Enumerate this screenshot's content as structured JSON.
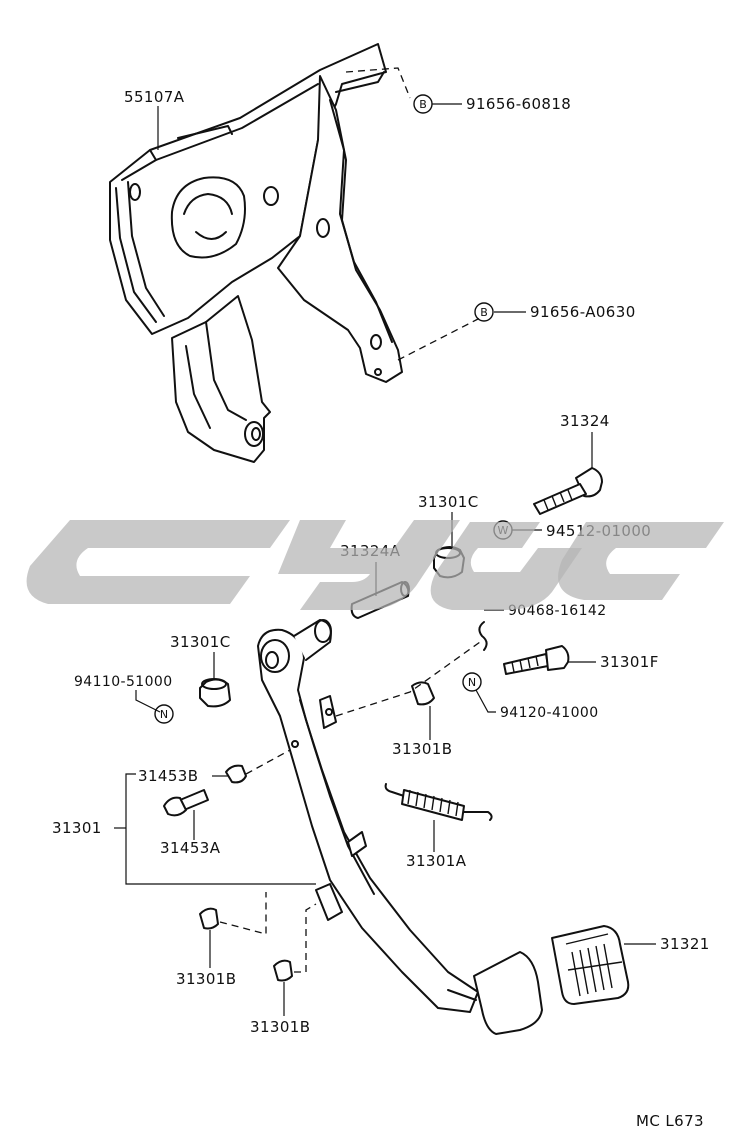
{
  "diagram": {
    "parts": [
      {
        "id": "55107A",
        "label": "55107A"
      },
      {
        "id": "91656-60818",
        "label": "91656-60818",
        "symbol": "B"
      },
      {
        "id": "91656-A0630",
        "label": "91656-A0630",
        "symbol": "B"
      },
      {
        "id": "31324",
        "label": "31324"
      },
      {
        "id": "31301C-upper",
        "label": "31301C"
      },
      {
        "id": "94512-01000",
        "label": "94512-01000",
        "symbol": "W"
      },
      {
        "id": "31324A",
        "label": "31324A"
      },
      {
        "id": "90468-16142",
        "label": "90468-16142"
      },
      {
        "id": "31301C-left",
        "label": "31301C"
      },
      {
        "id": "31301F",
        "label": "31301F"
      },
      {
        "id": "94110-51000",
        "label": "94110-51000",
        "symbol": "N"
      },
      {
        "id": "94120-41000",
        "label": "94120-41000",
        "symbol": "N"
      },
      {
        "id": "31301B-mid",
        "label": "31301B"
      },
      {
        "id": "31453B",
        "label": "31453B"
      },
      {
        "id": "31301",
        "label": "31301"
      },
      {
        "id": "31453A",
        "label": "31453A"
      },
      {
        "id": "31301A",
        "label": "31301A"
      },
      {
        "id": "31321",
        "label": "31321"
      },
      {
        "id": "31301B-left",
        "label": "31301B"
      },
      {
        "id": "31301B-bottom",
        "label": "31301B"
      }
    ],
    "footer_code": "MC  L673"
  },
  "colors": {
    "ink": "#111111",
    "watermark": "#b4b4b4",
    "background": "#ffffff"
  }
}
